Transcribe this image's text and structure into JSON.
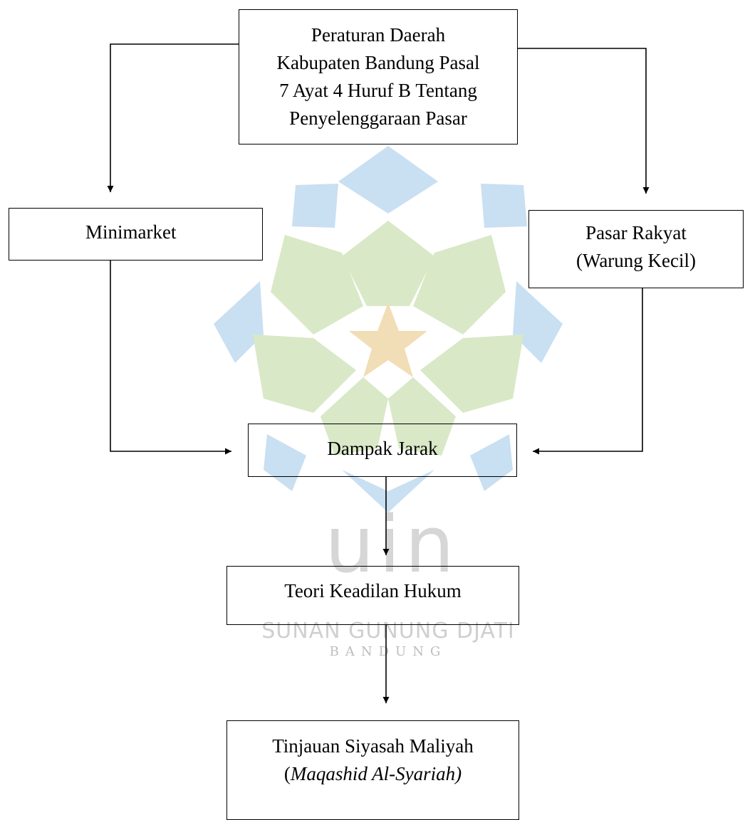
{
  "watermark": {
    "logo_letters": "uin",
    "institution": "SUNAN GUNUNG DJATI",
    "city": "BANDUNG",
    "colors": {
      "blue": "#c9dff2",
      "green": "#d9e8c6",
      "star": "#f1ddb6",
      "text": "#cfcfcf"
    }
  },
  "nodes": {
    "regulation": {
      "line1": "Peraturan Daerah",
      "line2": "Kabupaten Bandung Pasal",
      "line3": "7 Ayat 4 Huruf B Tentang",
      "line4": "Penyelenggaraan Pasar"
    },
    "minimarket": {
      "label": "Minimarket"
    },
    "pasar_rakyat": {
      "line1": "Pasar Rakyat",
      "line2": "(Warung Kecil)"
    },
    "dampak_jarak": {
      "label": "Dampak Jarak"
    },
    "teori": {
      "label": "Teori Keadilan Hukum"
    },
    "tinjauan": {
      "line1": "Tinjauan Siyasah Maliyah",
      "open_paren": "(",
      "italic": "Maqashid Al-Syariah)"
    }
  },
  "edges": [
    {
      "from": "regulation",
      "to": "minimarket"
    },
    {
      "from": "regulation",
      "to": "pasar_rakyat"
    },
    {
      "from": "minimarket",
      "to": "dampak_jarak"
    },
    {
      "from": "pasar_rakyat",
      "to": "dampak_jarak"
    },
    {
      "from": "dampak_jarak",
      "to": "teori"
    },
    {
      "from": "teori",
      "to": "tinjauan"
    }
  ]
}
